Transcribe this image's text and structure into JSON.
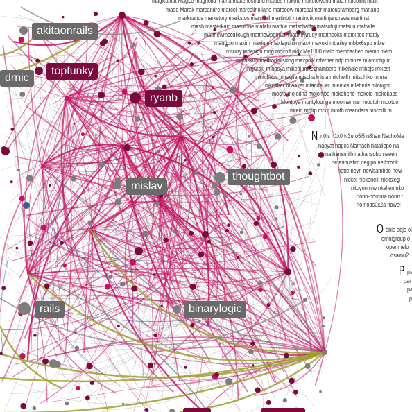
{
  "colors": {
    "magenta": "#c3105f",
    "magenta_dark": "#7a0a3c",
    "gray": "#7d7d7d",
    "olive": "#9aa12c",
    "blue": "#3a5a9a",
    "label_gray": "#6a6a6a",
    "label_magenta": "#7a0a3c"
  },
  "node_labels": [
    {
      "text": "akitaonrails",
      "style": "gray"
    },
    {
      "text": "topfunky",
      "style": "magenta"
    },
    {
      "text": "drnic",
      "style": "gray"
    },
    {
      "text": "ryanb",
      "style": "magenta"
    },
    {
      "text": "thoughtbot",
      "style": "gray"
    },
    {
      "text": "mislav",
      "style": "gray"
    },
    {
      "text": "rails",
      "style": "gray"
    },
    {
      "text": "binarylogic",
      "style": "gray"
    }
  ],
  "name_index": {
    "M_lines": [
      "magicalhat MagLe magnolia maiha makenosound makies makoto makotoworld mala malcolmt malk",
      "maoe Marak marcandre marcel marcelinollano marcoow marcpalmer marcusramberg mariano",
      "marksands markstory markstos marshall martinbtt martincik martinjandrews martinst",
      "mash masterkain masuidrie mataki mathie matschaffer matsufuji matsuu mattalle",
      "matthewmccullough matthewpennell matthewrudy matthooks mattknox mattly",
      "mauricio maxim maxime maxlapshin maxy mayuki mbailey mbbx6spp mble",
      "mcurry mdesign mdg mdirolf mdk Me1000 melo memcached memo mem",
      "metaskills methodmissing mexpolk mferrier mfp mhinze miamiphp m",
      "migurski mihasya mikeal mikechambers mikehale mikejs mikest",
      "mintchaos miraglia mischa misla mitchellh mitsuhiko miura",
      "mkrisher mlaaker mlandauer mlemos mletterle mloughr",
      "mocra mojodna mojombo mokehehe mokele mokokabs",
      "Montoya montylounge moomerman mootoh mootoo",
      "mreid mrflip mrkn mroth msanders mschilli m"
    ],
    "N_letter": "N",
    "N_lines": [
      "n0ts n1k0 N3uro5i5 n8han NachoMa",
      "naoyat napcs Narnach nataliepo na",
      "nathansmith nathansobo naeen",
      "nefarioustim negipo neilcrook",
      "nette neyn newbamboo new",
      "nickel nickoneill nicksieg",
      "nitoyon niw nkallen nko",
      "norio-nomura norm r",
      "no noas0x2a nowel"
    ],
    "O_letter": "O",
    "O_lines": [
      "obie objo ol",
      "omnigroup o",
      "openmelo",
      "osamu2"
    ],
    "P_letter": "P",
    "P_lines": [
      "pa",
      "par",
      "pa",
      "p"
    ]
  }
}
